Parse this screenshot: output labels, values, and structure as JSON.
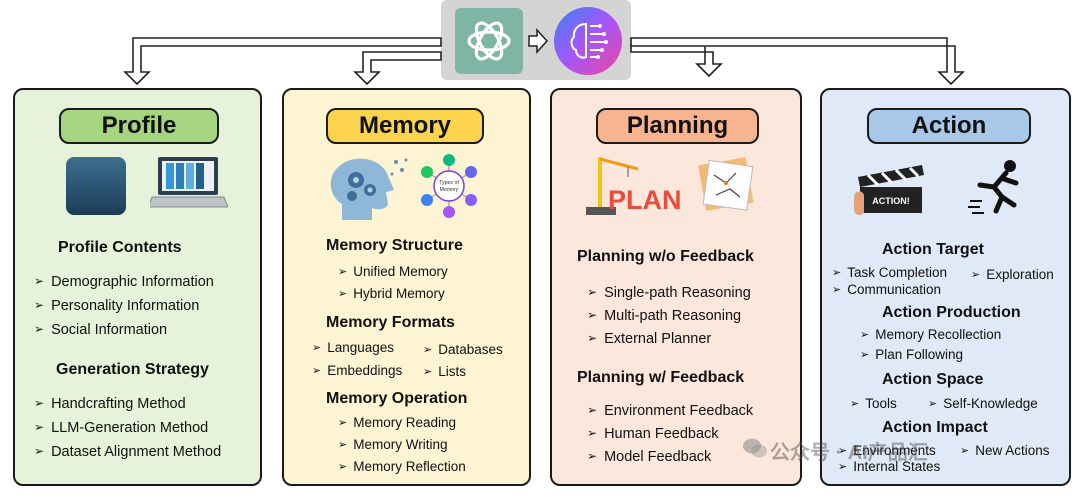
{
  "profile": {
    "title": "Profile",
    "sections": [
      {
        "heading": "Profile Contents",
        "items": [
          "Demographic Information",
          "Personality Information",
          "Social Information"
        ]
      },
      {
        "heading": "Generation Strategy",
        "items": [
          "Handcrafting Method",
          "LLM-Generation Method",
          "Dataset  Alignment Method"
        ]
      }
    ]
  },
  "memory": {
    "title": "Memory",
    "types_label": "Types of Memory",
    "structure": {
      "heading": "Memory Structure",
      "items": [
        "Unified Memory",
        "Hybrid Memory"
      ]
    },
    "formats": {
      "heading": "Memory Formats",
      "items": [
        "Languages",
        "Databases",
        "Embeddings",
        "Lists"
      ]
    },
    "operation": {
      "heading": "Memory Operation",
      "items": [
        "Memory Reading",
        "Memory Writing",
        "Memory Reflection"
      ]
    }
  },
  "planning": {
    "title": "Planning",
    "plan_word": "PLAN",
    "sections": [
      {
        "heading": "Planning w/o Feedback",
        "items": [
          "Single-path Reasoning",
          "Multi-path Reasoning",
          "External Planner"
        ]
      },
      {
        "heading": "Planning w/ Feedback",
        "items": [
          "Environment Feedback",
          "Human Feedback",
          "Model Feedback"
        ]
      }
    ]
  },
  "action": {
    "title": "Action",
    "clapper_text": "ACTION!",
    "target": {
      "heading": "Action Target",
      "items": [
        "Task Completion",
        "Exploration",
        "Communication"
      ]
    },
    "production": {
      "heading": "Action Production",
      "items": [
        "Memory Recollection",
        "Plan Following"
      ]
    },
    "space": {
      "heading": "Action Space",
      "items": [
        "Tools",
        "Self-Knowledge"
      ]
    },
    "impact": {
      "heading": "Action Impact",
      "items": [
        "Environments",
        "New Actions",
        "Internal States"
      ]
    }
  },
  "watermark": "公众号 · AI产品汇"
}
